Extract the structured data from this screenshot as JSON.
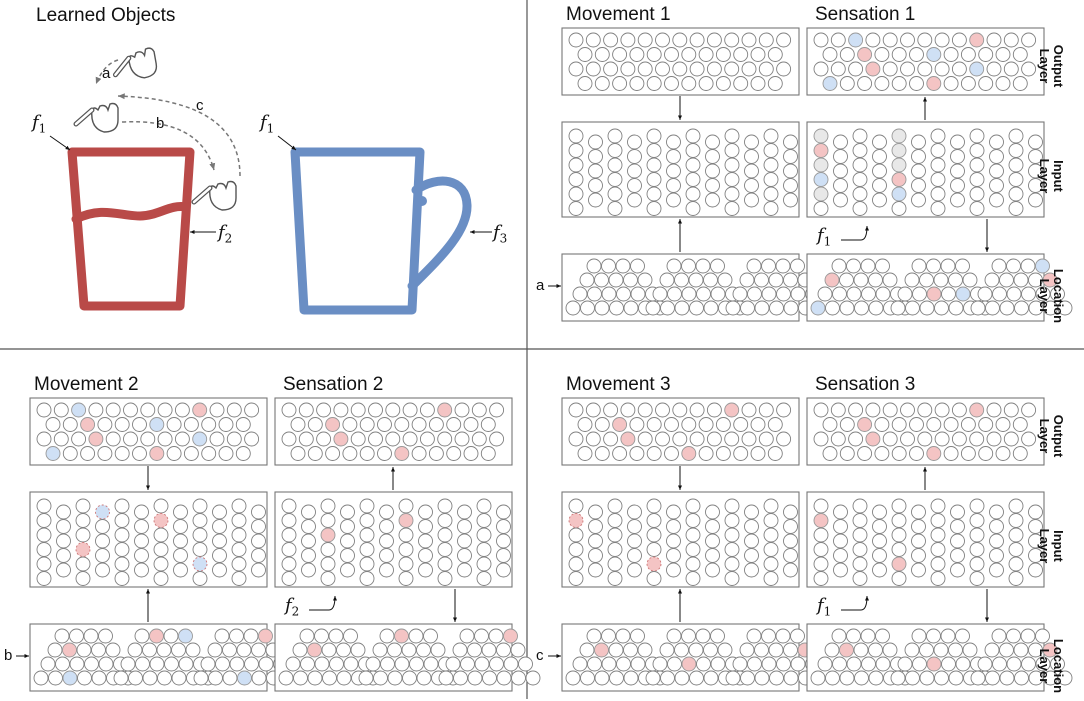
{
  "figure": {
    "learned_objects_title": "Learned Objects",
    "steps": [
      "a",
      "b",
      "c"
    ],
    "feature_labels": {
      "cup_f1": {
        "base": "f",
        "sub": "1"
      },
      "cup_f2": {
        "base": "f",
        "sub": "2"
      },
      "mug_f1": {
        "base": "f",
        "sub": "1"
      },
      "mug_f3": {
        "base": "f",
        "sub": "3"
      }
    },
    "colors": {
      "cup": "#b94a48",
      "mug": "#6a8ec4",
      "active_red": "#f4c4c4",
      "active_blue": "#cfe0f5",
      "predicted_gray": "#e8e8e8",
      "cell_stroke": "#808080"
    },
    "icons": [
      "pointing-hand-icon"
    ]
  },
  "layer_labels": {
    "output": "Output\nLayer",
    "input": "Input Layer",
    "location": "Location\nLayer"
  },
  "panels": [
    {
      "movement_title": "Movement 1",
      "sensation_title": "Sensation 1",
      "movement_input": "a",
      "feature_label": {
        "base": "f",
        "sub": "1"
      }
    },
    {
      "movement_title": "Movement 2",
      "sensation_title": "Sensation 2",
      "movement_input": "b",
      "feature_label": {
        "base": "f",
        "sub": "2"
      }
    },
    {
      "movement_title": "Movement 3",
      "sensation_title": "Sensation 3",
      "movement_input": "c",
      "feature_label": {
        "base": "f",
        "sub": "1"
      }
    }
  ]
}
